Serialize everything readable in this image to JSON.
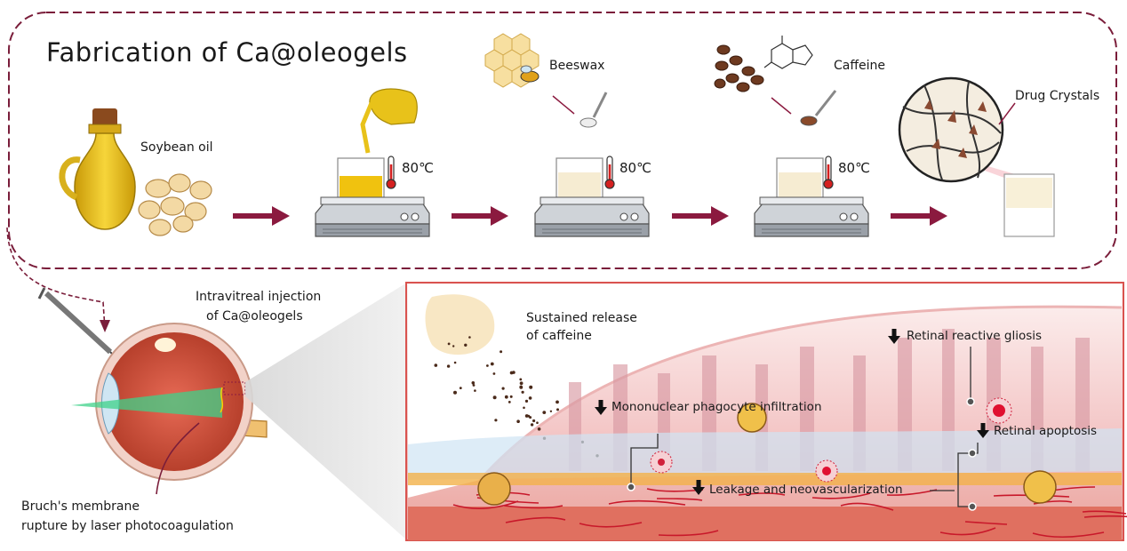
{
  "fabrication": {
    "title": "Fabrication of Ca@oleogels",
    "soybean_oil": "Soybean oil",
    "beeswax": "Beeswax",
    "caffeine": "Caffeine",
    "drug_crystals": "Drug Crystals",
    "temperature": "80℃",
    "arrow_color": "#8b1a3f",
    "frame_color": "#7a1d3a"
  },
  "eye": {
    "injection_line1": "Intravitreal injection",
    "injection_line2": "of Ca@oleogels",
    "bruch_line1": "Bruch's membrane",
    "bruch_line2": "rupture by laser photocoagulation",
    "laser_color": "#3fd28a"
  },
  "retina": {
    "release_line1": "Sustained release",
    "release_line2": "of caffeine",
    "gliosis": "Retinal reactive gliosis",
    "phagocyte": "Mononuclear phagocyte infiltration",
    "apoptosis": "Retinal apoptosis",
    "leakage": "Leakage and neovascularization",
    "border_color": "#d9534f",
    "vessel_color": "#c8182a"
  },
  "icons": [
    "oil-bottle-icon",
    "soybeans-icon",
    "jug-icon",
    "honeycomb-icon",
    "bee-icon",
    "spoon-icon",
    "coffee-beans-icon",
    "caffeine-molecule-icon",
    "hotplate-icon",
    "thermometer-icon",
    "beaker-icon",
    "magnifier-icon",
    "syringe-icon",
    "eye-icon",
    "down-arrow-icon"
  ]
}
